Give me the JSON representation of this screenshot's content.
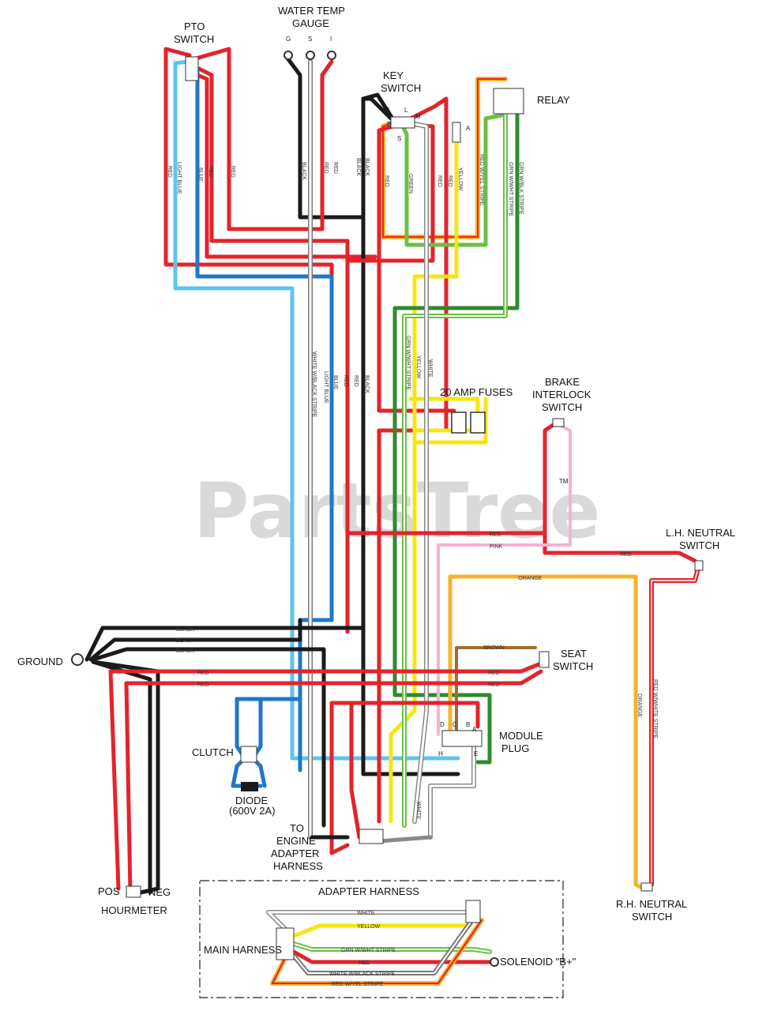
{
  "watermark": {
    "text": "PartsTree",
    "tm": "TM"
  },
  "components": {
    "pto_switch": [
      "PTO",
      "SWITCH"
    ],
    "water_temp_gauge": [
      "WATER TEMP",
      "GAUGE"
    ],
    "gauge_pins": [
      "G",
      "S",
      "I"
    ],
    "key_switch": [
      "KEY",
      "SWITCH"
    ],
    "key_pins": [
      "G",
      "B",
      "S",
      "L",
      "A",
      "M"
    ],
    "relay": "RELAY",
    "fuses": "20 AMP FUSES",
    "brake_switch": [
      "BRAKE",
      "INTERLOCK",
      "SWITCH"
    ],
    "lh_neutral": [
      "L.H. NEUTRAL",
      "SWITCH"
    ],
    "seat_switch": [
      "SEAT",
      "SWITCH"
    ],
    "ground": "GROUND",
    "module_plug": [
      "MODULE",
      "PLUG"
    ],
    "module_pins": [
      "D",
      "H",
      "C",
      "B",
      "A",
      "E"
    ],
    "clutch": "CLUTCH",
    "diode": [
      "DIODE",
      "(600V 2A)"
    ],
    "engine_adapter": [
      "TO",
      "ENGINE",
      "ADAPTER",
      "HARNESS"
    ],
    "pos": "POS",
    "neg": "NEG",
    "hourmeter": "HOURMETER",
    "rh_neutral": [
      "R.H. NEUTRAL",
      "SWITCH"
    ],
    "adapter_harness": "ADAPTER HARNESS",
    "main_harness": "MAIN HARNESS",
    "solenoid": "SOLENOID \"B+\""
  },
  "wire_labels": {
    "red": "RED",
    "light_blue": "LIGHT BLUE",
    "blue": "BLUE",
    "black": "BLACK",
    "green": "GREEN",
    "yellow": "YELLOW",
    "white": "WHITE",
    "pink": "PINK",
    "orange": "ORANGE",
    "brown": "BROWN",
    "red_yel": "RED W/YEL STRIPE",
    "grn_blk": "GRN W/BLK STRIPE",
    "grn_wht": "GRN W/WHT STRIPE",
    "wht_blk": "WHITE W/BLACK STRIPE",
    "red_wht": "RED W/WHITE STRIPE",
    "adapter_grn_wht": "GRN W/WHT STRIPE",
    "adapter_wht_blk": "WHITE W/BLACK STRIPE",
    "adapter_red_yel": "RED W/YEL STRIPE"
  },
  "colors": {
    "red": "#e4232b",
    "black": "#1a1a1a",
    "blue": "#1f78c8",
    "light_blue": "#5ec4ec",
    "green": "#6cbf45",
    "dark_green": "#2e8b2e",
    "yellow": "#f5e614",
    "white": "#ffffff",
    "pink": "#f2b4d4",
    "orange": "#f7b32b",
    "brown": "#a86a2b"
  }
}
